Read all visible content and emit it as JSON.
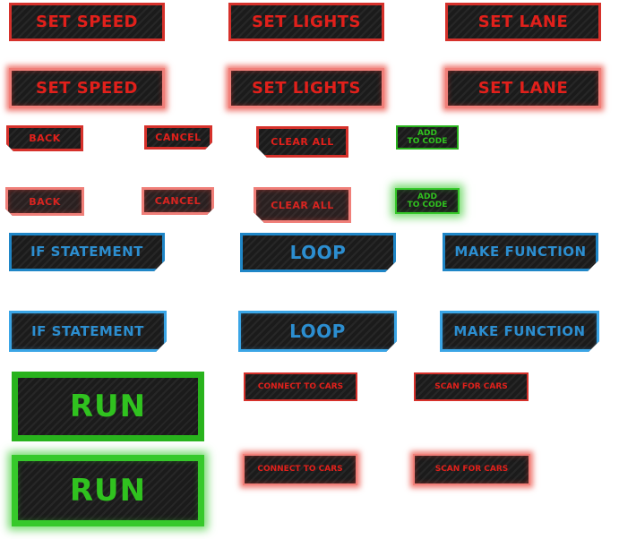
{
  "colors": {
    "red": "#e1201b",
    "red_border": "#d6312b",
    "blue": "#2c8ed0",
    "green": "#30c21f",
    "button_bg": "#1b1b1b",
    "page_bg": "#ffffff"
  },
  "buttons": {
    "set_speed": "SET SPEED",
    "set_lights": "SET LIGHTS",
    "set_lane": "SET LANE",
    "back": "BACK",
    "cancel": "CANCEL",
    "clear_all": "CLEAR ALL",
    "add_to_code_line1": "ADD",
    "add_to_code_line2": "TO CODE",
    "if_statement": "IF STATEMENT",
    "loop": "LOOP",
    "make_function": "MAKE FUNCTION",
    "run": "RUN",
    "connect_to_cars": "CONNECT TO CARS",
    "scan_for_cars": "SCAN FOR CARS"
  }
}
